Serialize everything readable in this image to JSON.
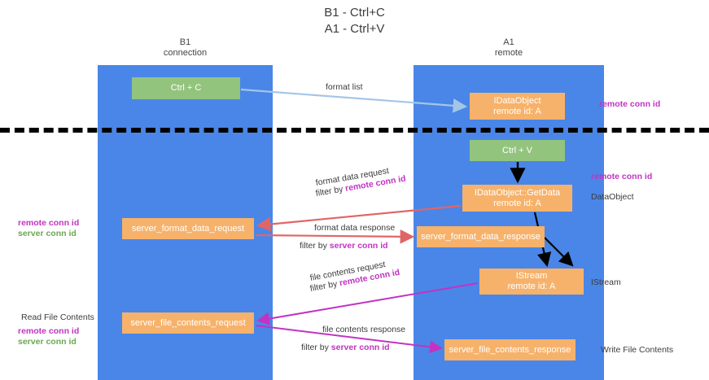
{
  "title": {
    "line1": "B1 - Ctrl+C",
    "line2": "A1 - Ctrl+V"
  },
  "lanes": [
    {
      "id": "b1",
      "title": "B1",
      "subtitle": "connection",
      "color": "#4a86e8"
    },
    {
      "id": "a1",
      "title": "A1",
      "subtitle": "remote",
      "color": "#4a86e8"
    }
  ],
  "colors": {
    "lane": "#4a86e8",
    "green_node": "#93c47d",
    "orange_node": "#f6b26b",
    "remote_conn_id": "#c233c2",
    "server_conn_id": "#6aa84f",
    "arrow_blue": "#a3c6e8",
    "arrow_black": "#000000",
    "arrow_red": "#e06666",
    "arrow_magenta": "#c233c2",
    "text": "#3c3c3c"
  },
  "nodes": {
    "ctrl_c": {
      "label": "Ctrl + C",
      "style": "green"
    },
    "idataobject": {
      "label": "IDataObject",
      "sub": "remote id: A",
      "style": "orange"
    },
    "ctrl_v": {
      "label": "Ctrl + V",
      "style": "green"
    },
    "getdata": {
      "label": "IDataObject::GetData",
      "sub": "remote id: A",
      "style": "orange"
    },
    "server_format_data_request": {
      "label": "server_format_data_request",
      "style": "orange"
    },
    "server_format_data_response": {
      "label": "server_format_data_response",
      "style": "orange"
    },
    "istream": {
      "label": "IStream",
      "sub": "remote id: A",
      "style": "orange"
    },
    "server_file_contents_request": {
      "label": "server_file_contents_request",
      "style": "orange"
    },
    "server_file_contents_response": {
      "label": "server_file_contents_response",
      "style": "orange"
    }
  },
  "edge_labels": {
    "format_list": "format list",
    "format_data_request": "format data request",
    "format_data_request_filter_prefix": "filter by ",
    "format_data_request_filter_key": "remote conn id",
    "format_data_response": "format data response",
    "format_data_response_filter_prefix": "filter by ",
    "format_data_response_filter_key": "server conn id",
    "file_contents_request": "file contents request",
    "file_contents_request_filter_prefix": "filter by ",
    "file_contents_request_filter_key": "remote conn id",
    "file_contents_response": "file contents response",
    "file_contents_response_filter_prefix": "filter by ",
    "file_contents_response_filter_key": "server conn id"
  },
  "side_labels": {
    "right_remote_conn_id_top": "remote conn id",
    "right_remote_conn_id_mid": "remote conn id",
    "right_dataobject": "DataObject",
    "right_istream": "IStream",
    "right_write_file_contents": "Write File Contents",
    "left_read_file_contents": "Read File Contents",
    "left_remote_conn_id_mid": "remote conn id",
    "left_server_conn_id_mid": "server conn id",
    "left_remote_conn_id_bottom": "remote conn id",
    "left_server_conn_id_bottom": "server conn id"
  }
}
